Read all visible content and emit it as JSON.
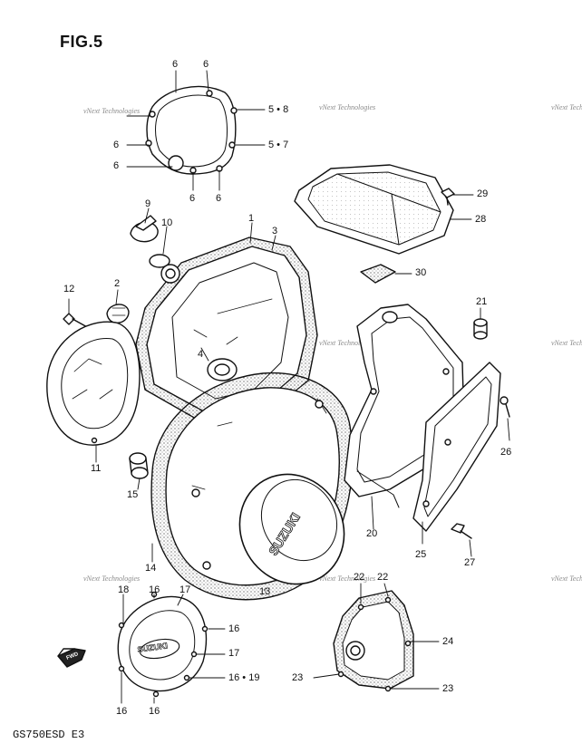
{
  "figure": {
    "title": "FIG.5",
    "model_code": "GS750ESD E3"
  },
  "watermark": {
    "text": "vNext Technologies"
  },
  "callouts": [
    {
      "id": "c6a",
      "label": "6"
    },
    {
      "id": "c6b",
      "label": "6"
    },
    {
      "id": "c58",
      "label": "5 • 8"
    },
    {
      "id": "c6c",
      "label": "6"
    },
    {
      "id": "c57",
      "label": "5 • 7"
    },
    {
      "id": "c6d",
      "label": "6"
    },
    {
      "id": "c6e",
      "label": "6"
    },
    {
      "id": "c6f",
      "label": "6"
    },
    {
      "id": "c29",
      "label": "29"
    },
    {
      "id": "c28",
      "label": "28"
    },
    {
      "id": "c9",
      "label": "9"
    },
    {
      "id": "c10",
      "label": "10"
    },
    {
      "id": "c1",
      "label": "1"
    },
    {
      "id": "c3",
      "label": "3"
    },
    {
      "id": "c30",
      "label": "30"
    },
    {
      "id": "c12",
      "label": "12"
    },
    {
      "id": "c2",
      "label": "2"
    },
    {
      "id": "c21",
      "label": "21"
    },
    {
      "id": "c4",
      "label": "4"
    },
    {
      "id": "c11",
      "label": "11"
    },
    {
      "id": "c26",
      "label": "26"
    },
    {
      "id": "c15",
      "label": "15"
    },
    {
      "id": "c20",
      "label": "20"
    },
    {
      "id": "c25",
      "label": "25"
    },
    {
      "id": "c27",
      "label": "27"
    },
    {
      "id": "c14",
      "label": "14"
    },
    {
      "id": "c22a",
      "label": "22"
    },
    {
      "id": "c22b",
      "label": "22"
    },
    {
      "id": "c18",
      "label": "18"
    },
    {
      "id": "c16a",
      "label": "16"
    },
    {
      "id": "c17a",
      "label": "17"
    },
    {
      "id": "c13",
      "label": "13"
    },
    {
      "id": "c16b",
      "label": "16"
    },
    {
      "id": "c24",
      "label": "24"
    },
    {
      "id": "c17b",
      "label": "17"
    },
    {
      "id": "c1619",
      "label": "16 • 19"
    },
    {
      "id": "c23a",
      "label": "23"
    },
    {
      "id": "c23b",
      "label": "23"
    },
    {
      "id": "c16c",
      "label": "16"
    },
    {
      "id": "c16d",
      "label": "16"
    }
  ],
  "part_markings": {
    "generator_cover_logo": "SUZUKI",
    "signal_cover_logo": "SUZUKI",
    "direction_arrow": "FWD"
  }
}
